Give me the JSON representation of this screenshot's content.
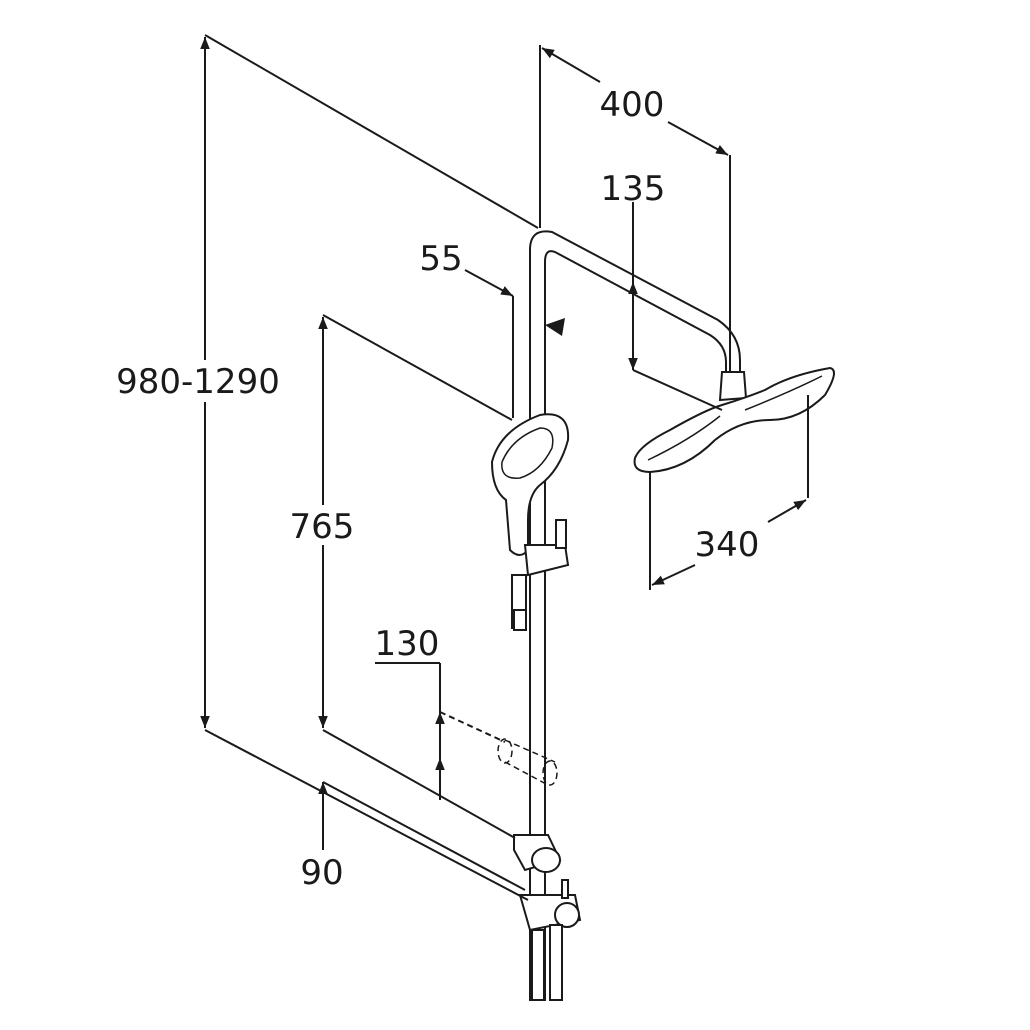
{
  "drawing": {
    "dimensions": {
      "overall_height": "980-1290",
      "arm_length": "400",
      "arm_drop": "135",
      "rail_offset": "55",
      "hand_shower_height": "765",
      "head_width": "340",
      "clamp_range": "130",
      "bottom_offset": "90"
    }
  }
}
